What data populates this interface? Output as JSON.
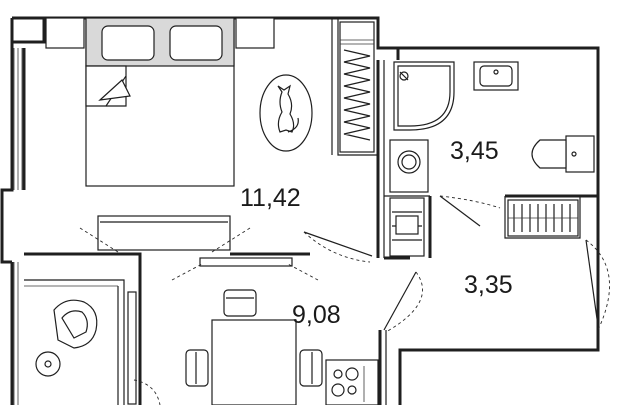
{
  "rooms": [
    {
      "id": "bedroom",
      "area": "11,42"
    },
    {
      "id": "bathroom",
      "area": "3,45"
    },
    {
      "id": "hallway",
      "area": "3,35"
    },
    {
      "id": "kitchen",
      "area": "9,08"
    }
  ]
}
